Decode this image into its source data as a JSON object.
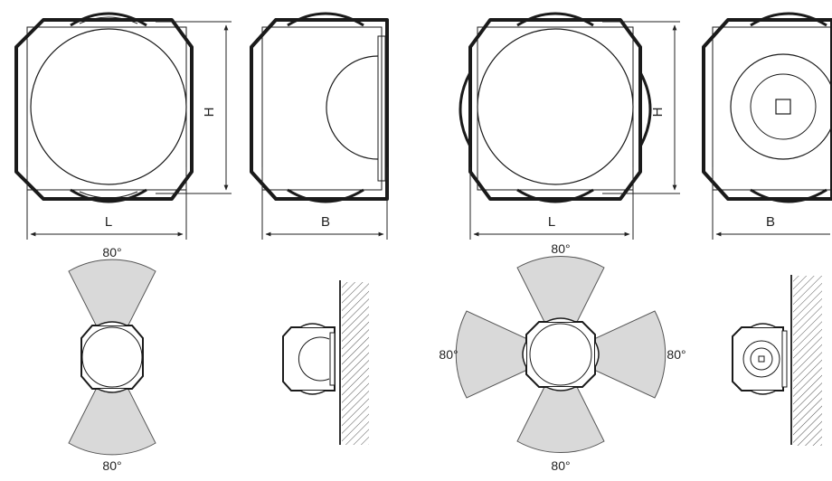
{
  "dimensions": {
    "height": "H",
    "length": "L",
    "width": "B"
  },
  "angles": {
    "top_left": "80°",
    "bottom_left": "80°",
    "top_right": "80°",
    "bottom_right": "80°",
    "side_left": "80°",
    "side_right": "80°"
  },
  "colors": {
    "outline": "#1a1a1a",
    "beam_fill": "#d9d9d9",
    "beam_stroke": "#555555",
    "wall_hatch": "#555555",
    "background": "#ffffff"
  },
  "views": [
    {
      "name": "two-head-front-view"
    },
    {
      "name": "two-head-side-view"
    },
    {
      "name": "four-head-front-view"
    },
    {
      "name": "four-head-side-view"
    }
  ]
}
